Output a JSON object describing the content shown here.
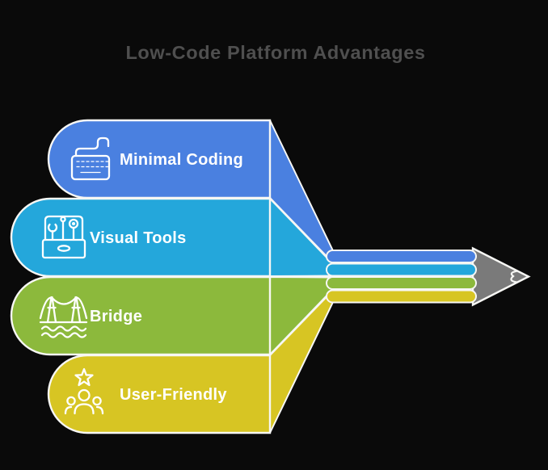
{
  "title": "Low-Code Platform Advantages",
  "colors": {
    "background": "#0a0a0a",
    "title_color": "#4f4f4f",
    "outline": "#f7f7f4",
    "pencil_tip": "#7a7a7a",
    "label_text": "#ffffff"
  },
  "items": [
    {
      "label": "Minimal Coding",
      "color": "#4a80e0",
      "icon": "keyboard-icon"
    },
    {
      "label": "Visual Tools",
      "color": "#24a7db",
      "icon": "toolbox-icon"
    },
    {
      "label": "Bridge",
      "color": "#8cb93c",
      "icon": "bridge-icon"
    },
    {
      "label": "User-Friendly",
      "color": "#d7c523",
      "icon": "people-star-icon"
    }
  ]
}
